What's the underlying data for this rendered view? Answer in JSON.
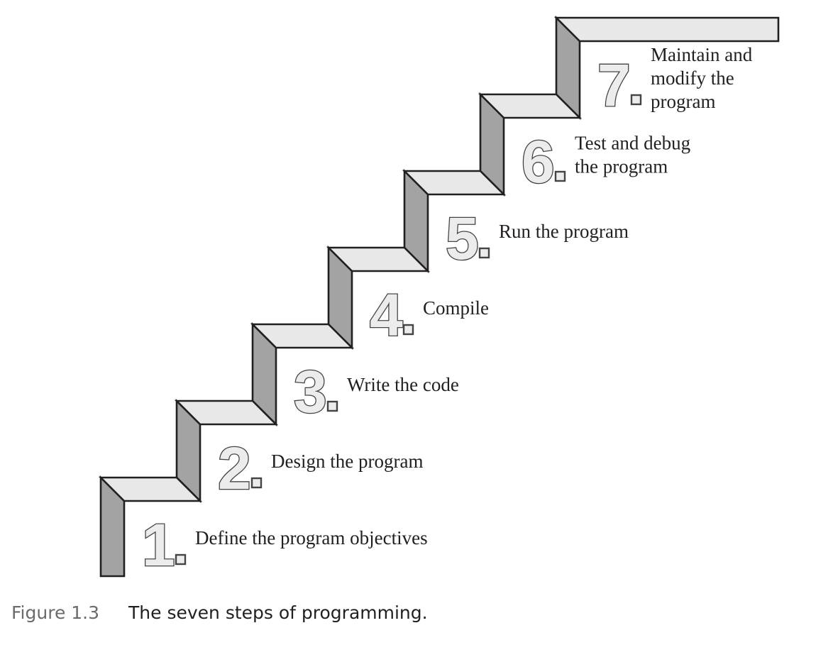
{
  "diagram": {
    "steps": [
      {
        "number": "1",
        "lines": [
          "Define the program objectives"
        ]
      },
      {
        "number": "2",
        "lines": [
          "Design the program"
        ]
      },
      {
        "number": "3",
        "lines": [
          "Write the code"
        ]
      },
      {
        "number": "4",
        "lines": [
          "Compile"
        ]
      },
      {
        "number": "5",
        "lines": [
          "Run the program"
        ]
      },
      {
        "number": "6",
        "lines": [
          "Test and debug",
          "the program"
        ]
      },
      {
        "number": "7",
        "lines": [
          "Maintain and",
          "modify the",
          "program"
        ]
      }
    ],
    "colors": {
      "tread": "#e8e8e8",
      "riser": "#a3a3a3",
      "outline": "#231f20",
      "numeral_fill": "#ececec",
      "numeral_outline": "#444444"
    }
  },
  "caption": {
    "figure_number": "Figure 1.3",
    "text": "The seven steps of programming."
  }
}
